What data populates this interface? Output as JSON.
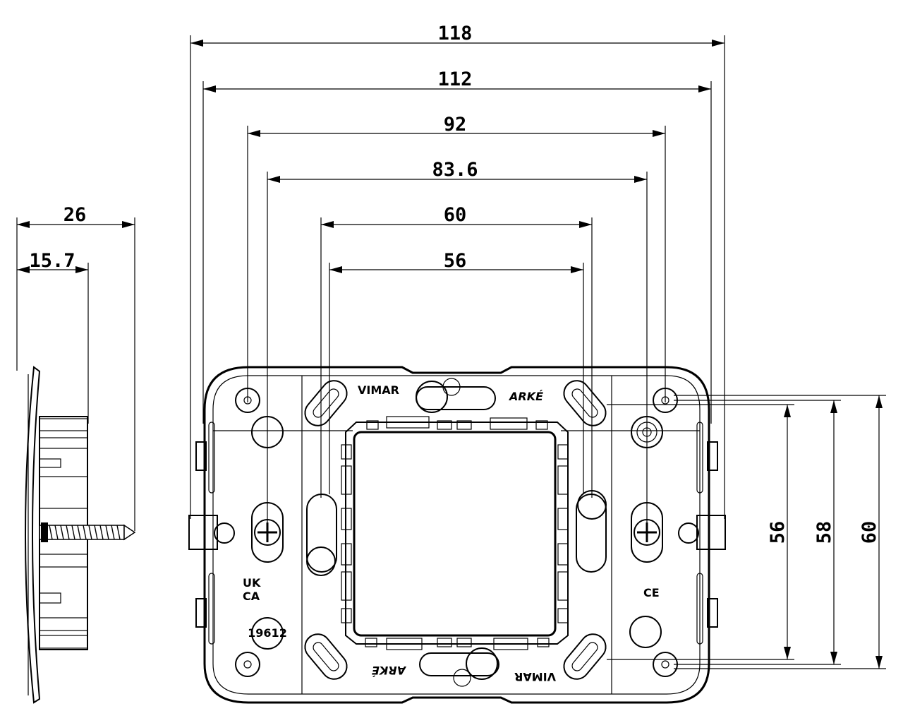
{
  "dimensions": {
    "w118": "118",
    "w112": "112",
    "w92": "92",
    "w83_6": "83.6",
    "w60": "60",
    "w56": "56",
    "side26": "26",
    "side15_7": "15.7",
    "h56": "56",
    "h58": "58",
    "h60": "60"
  },
  "markings": {
    "brand_top": "VIMAR",
    "series_top": "ARKÉ",
    "brand_bottom": "VIMAR",
    "series_bottom": "ARKÉ",
    "ukca_top": "UK",
    "ukca_bottom": "CA",
    "ce": "CE",
    "code": "19612"
  },
  "colors": {
    "line": "#000000",
    "background": "#ffffff"
  }
}
